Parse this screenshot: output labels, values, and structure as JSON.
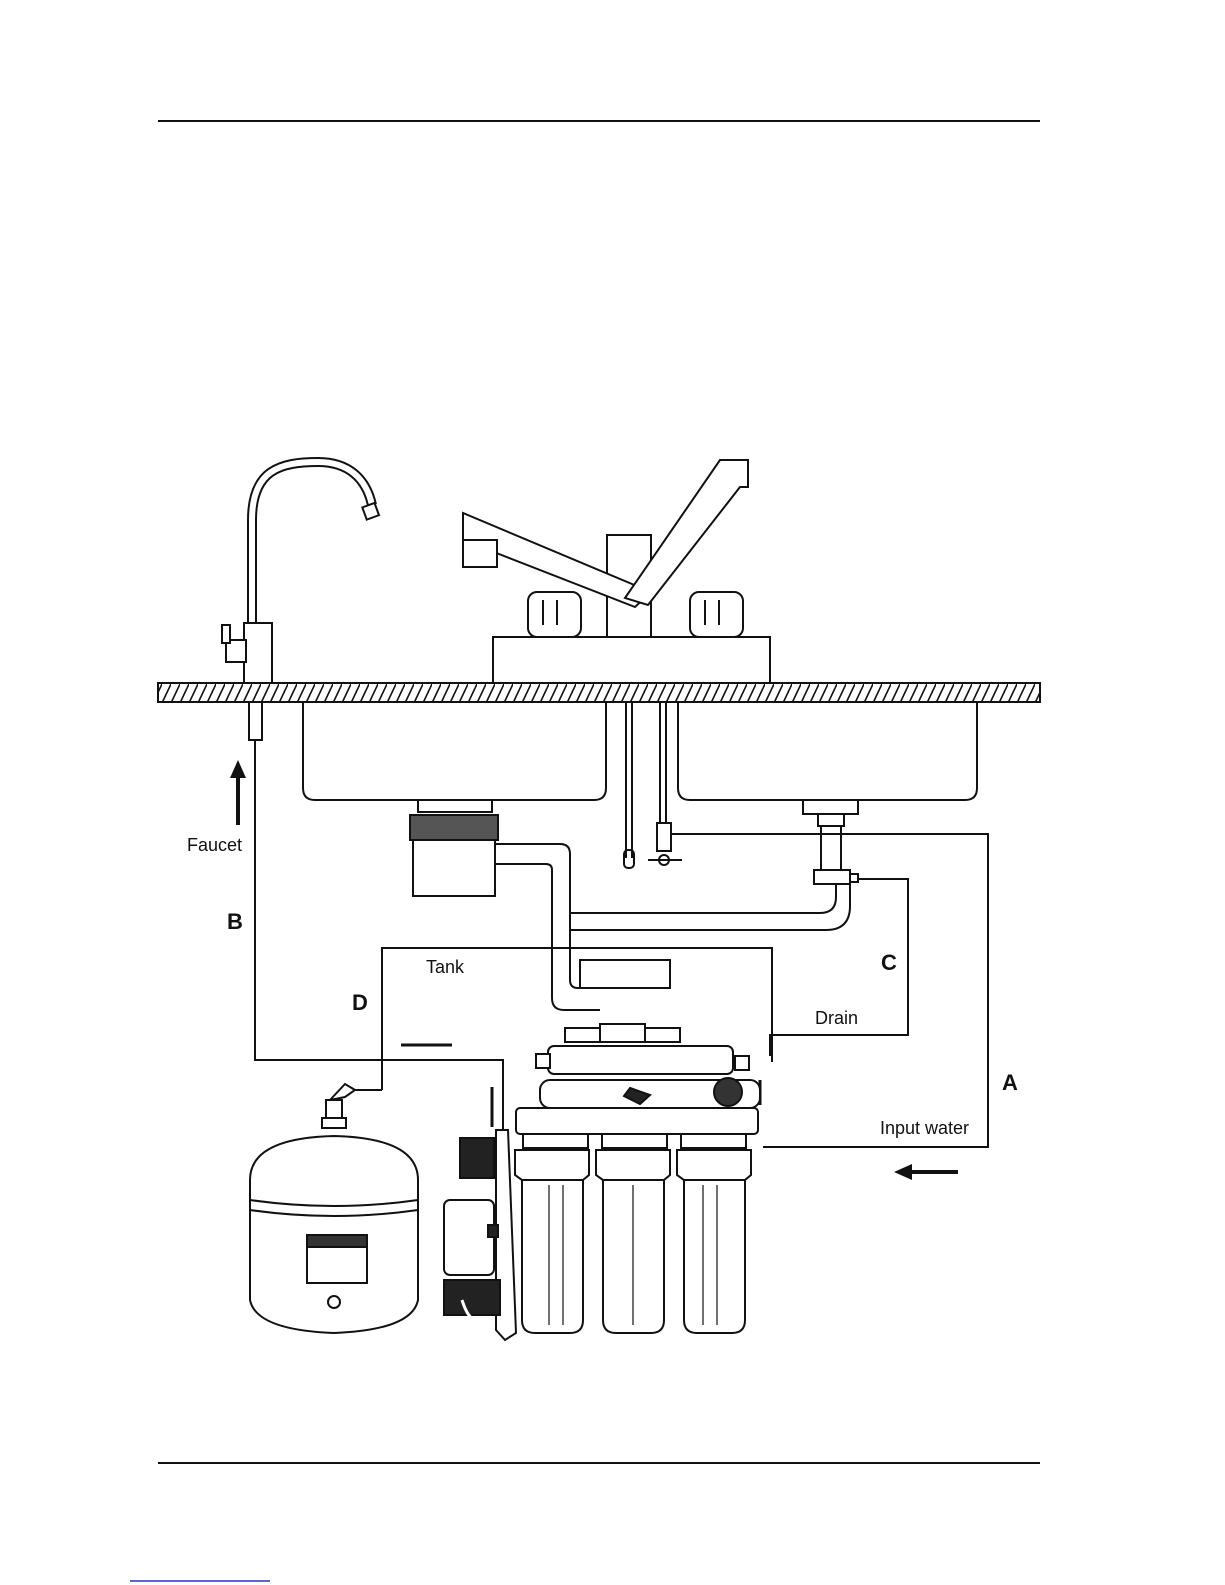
{
  "labels": {
    "faucet": "Faucet",
    "tank": "Tank",
    "drain": "Drain",
    "input_water": "Input water",
    "a": "A",
    "b": "B",
    "c": "C",
    "d": "D"
  },
  "colors": {
    "line": "#111111",
    "fill": "#ffffff",
    "shade": "#333333"
  }
}
